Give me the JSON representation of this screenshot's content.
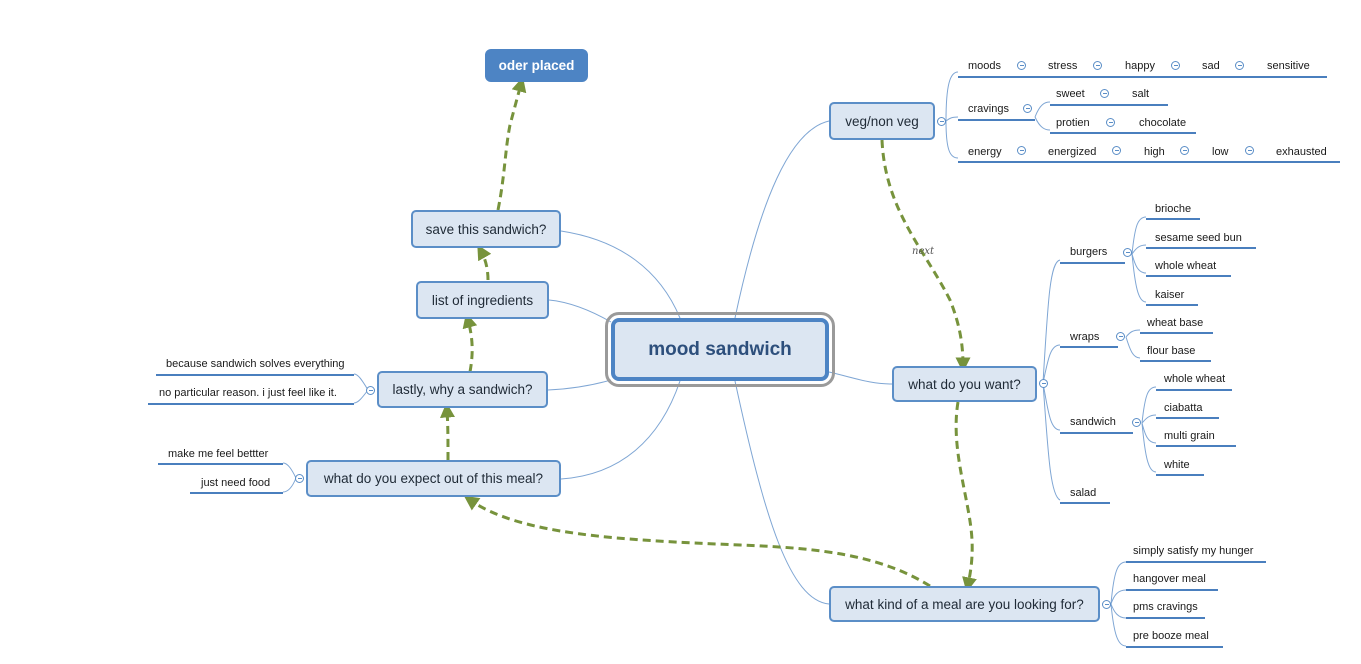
{
  "central": "mood sandwich",
  "order_node": "oder placed",
  "relationship_label": "next",
  "topics": {
    "veg": "veg/non veg",
    "want": "what do you want?",
    "meal_kind": "what kind of a meal are you looking for?",
    "save": "save this sandwich?",
    "ingredients": "list of ingredients",
    "why": "lastly, why a sandwich?",
    "expect": "what do you expect out of this meal?"
  },
  "veg_branches": {
    "moods": [
      "moods",
      "stress",
      "happy",
      "sad",
      "sensitive"
    ],
    "cravings": "cravings",
    "sweet": [
      "sweet",
      "salt"
    ],
    "protien": [
      "protien",
      "chocolate"
    ],
    "energy": [
      "energy",
      "energized",
      "high",
      "low",
      "exhausted"
    ]
  },
  "want_branches": {
    "burgers": "burgers",
    "burger_types": [
      "brioche",
      "sesame seed bun",
      "whole wheat",
      "kaiser"
    ],
    "wraps": "wraps",
    "wrap_types": [
      "wheat base",
      "flour base"
    ],
    "sandwich": "sandwich",
    "sandwich_types": [
      "whole wheat",
      "ciabatta",
      "multi grain",
      "white"
    ],
    "salad": "salad"
  },
  "meal_options": [
    "simply satisfy my hunger",
    "hangover meal",
    "pms cravings",
    "pre booze meal"
  ],
  "why_options": [
    "because sandwich solves everything",
    "no particular reason. i just feel like it."
  ],
  "expect_options": [
    "make me feel bettter",
    "just need food"
  ],
  "colors": {
    "node_fill": "#dce6f2",
    "node_border": "#5b8ec7",
    "connector": "#7fa6d4",
    "flow_arrow": "#77933c",
    "underline": "#4a7fbe"
  }
}
